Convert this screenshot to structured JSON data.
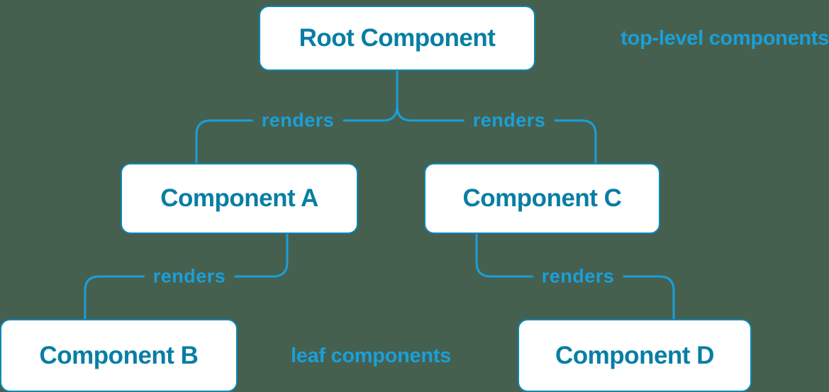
{
  "canvas": {
    "background": "#45604f"
  },
  "colors": {
    "box_border": "#0a87b5",
    "box_text": "#087ea4",
    "line": "#1b9fd8",
    "annotation": "#1b9fd8"
  },
  "nodes": {
    "root": {
      "label": "Root Component"
    },
    "a": {
      "label": "Component A"
    },
    "b": {
      "label": "Component B"
    },
    "c": {
      "label": "Component C"
    },
    "d": {
      "label": "Component D"
    }
  },
  "edges": [
    {
      "from": "root",
      "to": "a",
      "label": "renders"
    },
    {
      "from": "root",
      "to": "c",
      "label": "renders"
    },
    {
      "from": "a",
      "to": "b",
      "label": "renders"
    },
    {
      "from": "c",
      "to": "d",
      "label": "renders"
    }
  ],
  "annotations": {
    "top": "top-level components",
    "bottom": "leaf components"
  }
}
